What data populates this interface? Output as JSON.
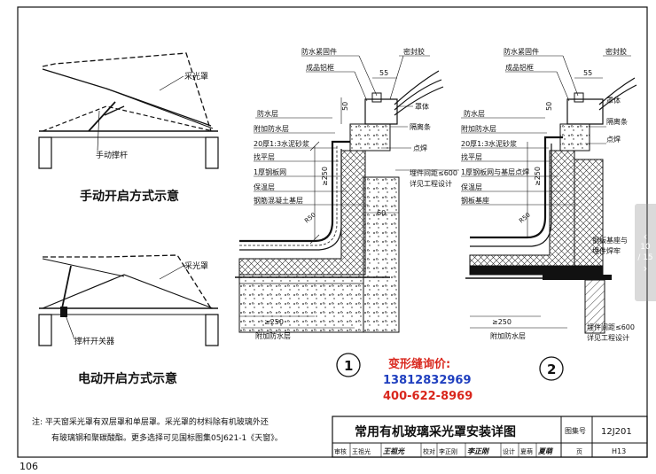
{
  "page_number": "106",
  "left_views": {
    "manual": {
      "caption": "手动开启方式示意",
      "cover_label": "采光罩",
      "rod_label": "手动撑杆"
    },
    "electric": {
      "caption": "电动开启方式示意",
      "cover_label": "采光罩",
      "switch_label": "撑杆开关器"
    }
  },
  "detail1": {
    "number": "1",
    "top_labels": [
      "防水紧固件",
      "密封胶",
      "成品铝框"
    ],
    "dim_55": "55",
    "right_labels": [
      "罩体",
      "隔离条",
      "点焊"
    ],
    "left_labels": [
      "防水层",
      "附加防水层",
      "20厚1:3水泥砂浆",
      "找平层",
      "1厚钢板网",
      "保温层",
      "钢筋混凝土基层"
    ],
    "dim_50": "50",
    "dim_250": "≥250",
    "radius": "R50",
    "dim_60": "60",
    "anchor_note_1": "埋件间距≤600",
    "anchor_note_2": "详见工程设计",
    "bottom_dim": "≥250",
    "bottom_label": "附加防水层"
  },
  "detail2": {
    "number": "2",
    "top_labels": [
      "防水紧固件",
      "密封胶",
      "成品铝框"
    ],
    "dim_55": "55",
    "right_labels": [
      "罩体",
      "隔离条",
      "点焊"
    ],
    "left_labels": [
      "防水层",
      "附加防水层",
      "20厚1:3水泥砂浆",
      "找平层",
      "1厚钢板网与基层点焊",
      "保温层",
      "钢板基座"
    ],
    "dim_50": "50",
    "dim_250": "≥250",
    "radius": "R50",
    "plate_note_1": "钢板基座与",
    "plate_note_2": "埋件焊牢",
    "anchor_note_1": "埋件间距≤600",
    "anchor_note_2": "详见工程设计",
    "bottom_dim": "≥250",
    "bottom_label": "附加防水层"
  },
  "advert": {
    "title": "变形缝询价:",
    "phone1": "13812832969",
    "phone2": "400-622-8969"
  },
  "note": {
    "line1": "注: 平天窗采光罩有双层罩和单层罩。采光罩的材料除有机玻璃外还",
    "line2": "有玻璃钢和聚碳酸酯。更多选择可见国标图集05J621-1《天窗》。"
  },
  "title_block": {
    "title": "常用有机玻璃采光罩安装详图",
    "atlas_label": "图集号",
    "atlas_no": "12J201",
    "row": [
      "审核",
      "王祖光",
      "王祖光",
      "校对",
      "李正刚",
      "李正刚",
      "设计",
      "夏萌",
      "夏萌",
      "页",
      "H13"
    ]
  },
  "viewer": {
    "page_current": "10",
    "page_total": "/ 15"
  }
}
